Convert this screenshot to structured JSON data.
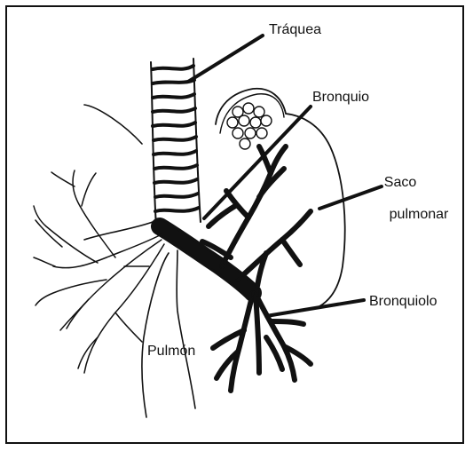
{
  "labels": {
    "trachea": "Tráquea",
    "bronchus": "Bronquio",
    "air_sac_line1": "Saco",
    "air_sac_line2": "pulmonar",
    "bronchiole": "Bronquiolo",
    "lung": "Pulmón"
  },
  "colors": {
    "ink": "#111111",
    "background": "#ffffff"
  }
}
